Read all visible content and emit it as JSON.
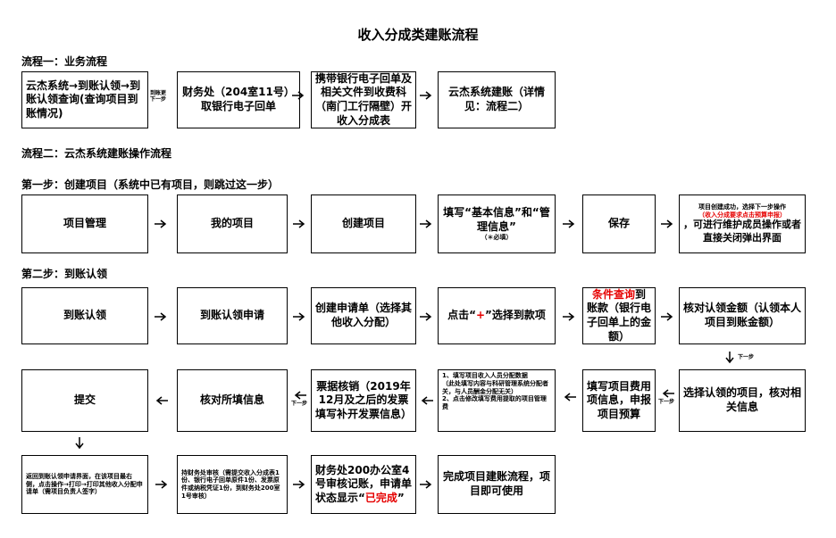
{
  "title": "收入分成类建账流程",
  "sections": {
    "s1": "流程一：业务流程",
    "s2": "流程二：云杰系统建账操作流程",
    "s3": "第一步：创建项目（系统中已有项目，则跳过这一步）",
    "s4": "第二步：到账认领"
  },
  "row1": {
    "b1": "云杰系统→到账认领→到账认领查询(查询项目到账情况)",
    "arrow1_label_a": "到账更",
    "arrow1_label_b": "下一步",
    "b2": "财务处（204室11号）取银行电子回单",
    "b3": "携带银行电子回单及相关文件到收费科（南门工行隔壁）开收入分成表",
    "b4": "云杰系统建账（详情见：流程二）"
  },
  "row2": {
    "b1": "项目管理",
    "b2": "我的项目",
    "b3": "创建项目",
    "b4_main": "填写“基本信息”和“管理信息”",
    "b4_note": "（＊必填）",
    "b5": "保存",
    "b6_top": "项目创建成功，选择下一步操作",
    "b6_red": "（收入分成要求点击预算申报）",
    "b6_rest": "，可进行维护成员操作或者直接关闭弹出界面"
  },
  "row3": {
    "b1": "到账认领",
    "b2": "到账认领申请",
    "b3": "创建申请单（选择其他收入分配）",
    "b4_pre": "点击“",
    "b4_plus": "+",
    "b4_post": "”选择到款项",
    "b5_red": "条件查询",
    "b5_rest": "到账款（银行电子回单上的金额）",
    "b6": "核对认领金额（认领本人项目到账金额）"
  },
  "row4": {
    "b1": "提交",
    "b2": "核对所填信息",
    "b3": "票据核销（2019年12月及之后的发票填写补开发票信息）",
    "b4_l1": "1、填写项目收入人员分配数据",
    "b4_l2": "（此处填写内容与科研管理系统分配者关，与人员酬金分配无关）",
    "b4_l3": "2、点击修改填写费用提取的项目管理费",
    "b5": "填写项目费用项信息，申报项目预算",
    "b6": "选择认领的项目，核对相关信息",
    "down_label": "下一步",
    "left_label_a": "下一步",
    "left_label_b": "下一步"
  },
  "row5": {
    "b1": "返回到账认领申请界面，在该项目最右侧，点击操作→打印→打印其他收入分配申请单（需项目负责人签字）",
    "b2": "持财务处审核（需提交收入分成表1份、银行电子回单原件1份、发票原件或纳税凭证1份，到财务处200室1号审核）",
    "b3_pre": "财务处200办公室4号审核记账，申请单状态显示“",
    "b3_red": "已完成",
    "b3_post": "”",
    "b4": "完成项目建账流程，项目即可使用"
  }
}
